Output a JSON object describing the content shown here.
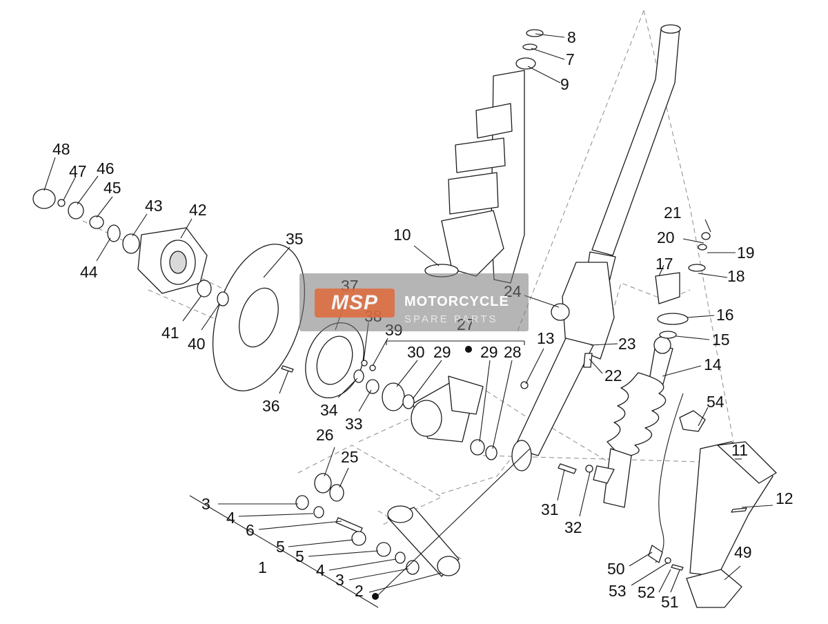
{
  "watermark": {
    "logo_text": "MSP",
    "title": "MOTORCYCLE",
    "subtitle": "SPARE PARTS"
  },
  "callouts": [
    "1",
    "2",
    "3",
    "3",
    "4",
    "4",
    "5",
    "5",
    "6",
    "7",
    "8",
    "9",
    "10",
    "11",
    "12",
    "13",
    "14",
    "15",
    "16",
    "17",
    "18",
    "19",
    "20",
    "21",
    "22",
    "23",
    "24",
    "25",
    "26",
    "27",
    "28",
    "29",
    "29",
    "30",
    "31",
    "32",
    "33",
    "34",
    "35",
    "36",
    "37",
    "38",
    "39",
    "40",
    "41",
    "42",
    "43",
    "44",
    "45",
    "46",
    "47",
    "48",
    "49",
    "50",
    "51",
    "52",
    "53",
    "54"
  ],
  "colors": {
    "line": "#1a1a1a",
    "dash": "#8a8a8a",
    "watermark_accent": "#e06a3b"
  }
}
